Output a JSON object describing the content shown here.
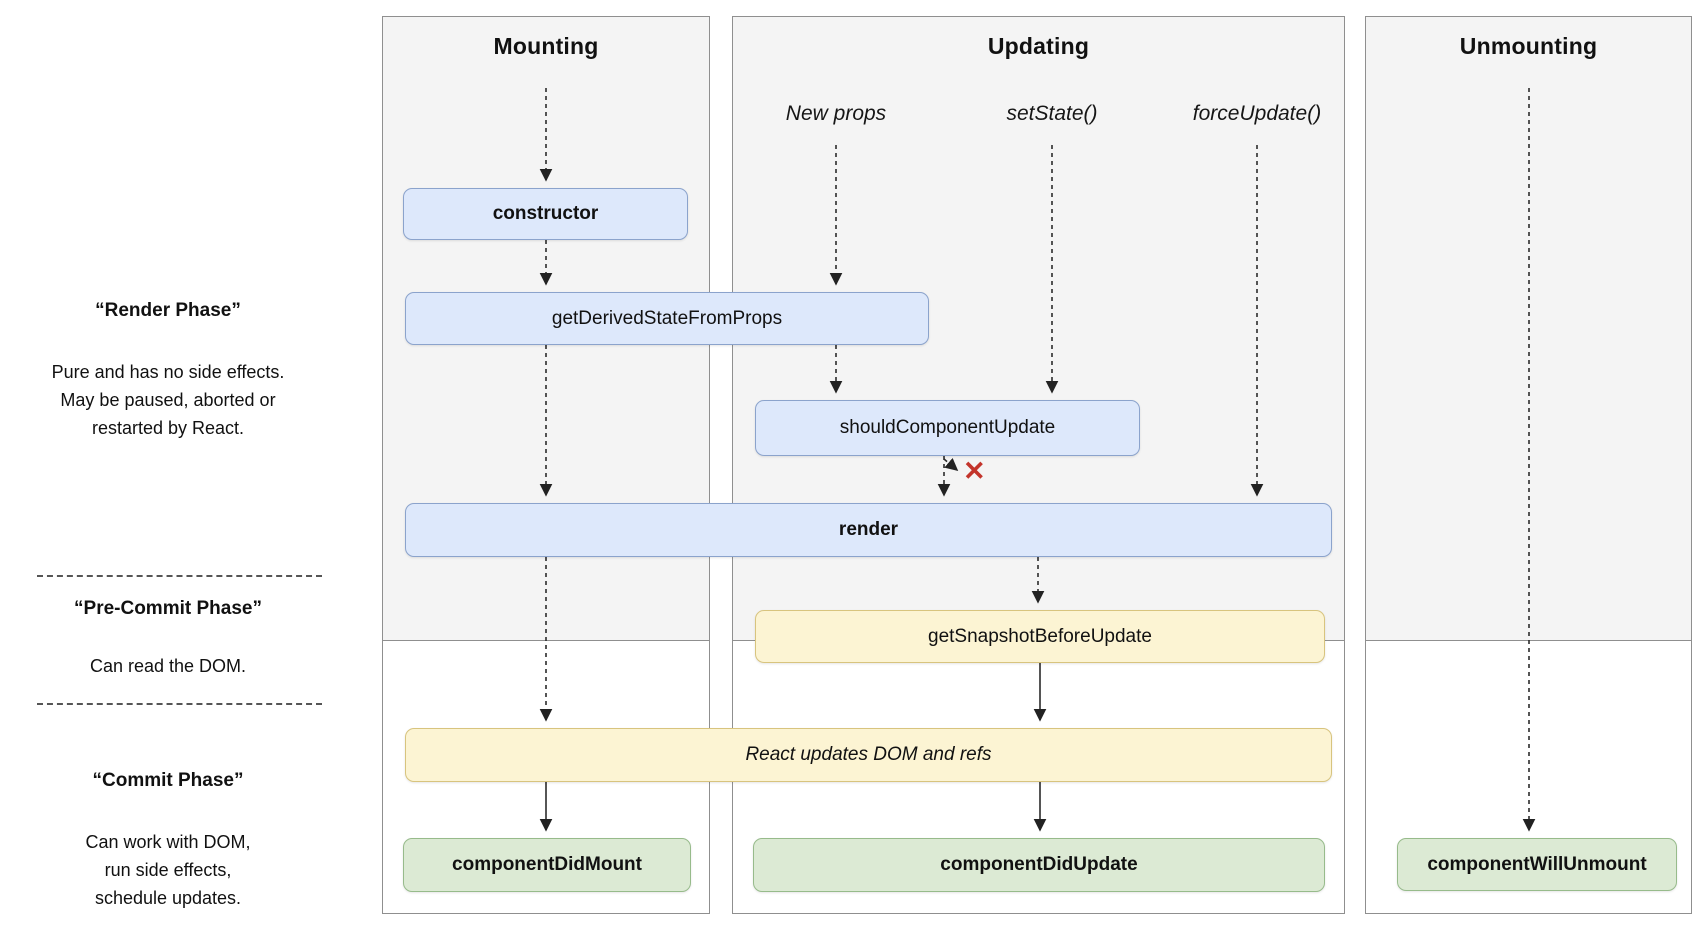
{
  "columns": [
    {
      "title": "Mounting"
    },
    {
      "title": "Updating"
    },
    {
      "title": "Unmounting"
    }
  ],
  "triggers": [
    {
      "label": "New props"
    },
    {
      "label": "setState()"
    },
    {
      "label": "forceUpdate()"
    }
  ],
  "phases": [
    {
      "title": "“Render Phase”",
      "description": "Pure and has no side effects.\nMay be paused, aborted or\nrestarted by React."
    },
    {
      "title": "“Pre-Commit Phase”",
      "description": "Can read the DOM."
    },
    {
      "title": "“Commit Phase”",
      "description": "Can work with DOM,\nrun side effects,\nschedule updates."
    }
  ],
  "nodes": {
    "constructor": "constructor",
    "get_derived_state_from_props": "getDerivedStateFromProps",
    "should_component_update": "shouldComponentUpdate",
    "render": "render",
    "get_snapshot_before_update": "getSnapshotBeforeUpdate",
    "react_updates_dom": "React updates DOM and refs",
    "component_did_mount": "componentDidMount",
    "component_did_update": "componentDidUpdate",
    "component_will_unmount": "componentWillUnmount"
  },
  "icons": {
    "update_blocked_x": "✕"
  },
  "colors": {
    "render_phase_bg": "#f4f4f4",
    "lifecycle_method_fill": "#dde8fb",
    "lifecycle_method_border": "#8ba3cc",
    "side_effect_fill": "#fcf4d3",
    "side_effect_border": "#d8c47e",
    "commit_method_fill": "#dcead4",
    "commit_method_border": "#97bb8b",
    "blocked_x": "#c3342b"
  }
}
